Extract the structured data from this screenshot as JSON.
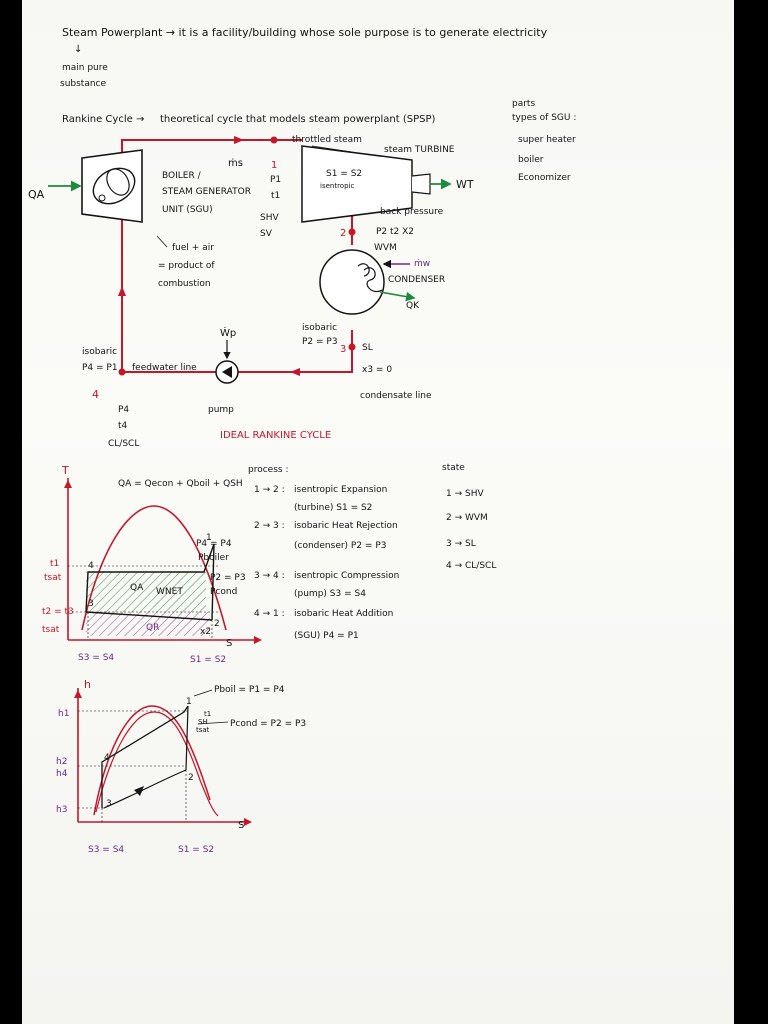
{
  "header": {
    "line1": "Steam Powerplant → it is a facility/building whose sole purpose is to generate electricity",
    "arrow": "↓",
    "line2a": "main pure",
    "line2b": "substance"
  },
  "rankine": {
    "label": "Rankine Cycle →",
    "desc": "theoretical cycle that models steam powerplant (SPSP)"
  },
  "parts": {
    "title1": "parts",
    "title2": "types of SGU :",
    "items": [
      "super heater",
      "boiler",
      "Economizer"
    ]
  },
  "diagram": {
    "throttled": "throttled steam",
    "turbine": "steam TURBINE",
    "boiler1": "BOILER /",
    "boiler2": "STEAM GENERATOR",
    "boiler3": "UNIT (SGU)",
    "ms": "ṁs",
    "state1": "1",
    "p1": "P1",
    "t1": "t1",
    "shv": "SHV",
    "sv": "SV",
    "s1s2": "S1 = S2",
    "isentropic": "isentropic",
    "wt": "WT",
    "qa": "QA",
    "back_pressure": "back pressure",
    "state2": "2",
    "p2t2x2": "P2 t2 X2",
    "wvm": "WVM",
    "mw": "ṁw",
    "condenser": "CONDENSER",
    "qk": "QK",
    "fuel1": "fuel + air",
    "fuel2": "= product of",
    "fuel3": "combustion",
    "isobaric_top1": "isobaric",
    "isobaric_top2": "P2 = P3",
    "state3": "3",
    "sl": "SL",
    "x3": "x3 = 0",
    "condensate": "condensate line",
    "wp": "Ẇp",
    "isobaric_left1": "isobaric",
    "isobaric_left2": "P4 = P1",
    "feedwater": "feedwater line",
    "state4": "4",
    "p4": "P4",
    "t4": "t4",
    "clscl": "CL/SCL",
    "pump": "pump",
    "title": "IDEAL RANKINE CYCLE"
  },
  "ts": {
    "T": "T",
    "qa_eq": "QA = Qecon + Qboil + QSH",
    "t1": "t1",
    "tsat": "tsat",
    "t2t3": "t2 = t3",
    "tsat2": "tsat",
    "p4p4": "P4 = P4",
    "pboiler": "Pboiler",
    "p2p3": "P2 = P3",
    "pcond": "Pcond",
    "qa_area": "QA",
    "wnet": "WNET",
    "qr": "QR",
    "x2": "x2",
    "S": "S",
    "s3s4": "S3 = S4",
    "s1s2": "S1 = S2",
    "n1": "1",
    "n2": "2",
    "n3": "3",
    "n4": "4"
  },
  "process": {
    "title": "process :",
    "items": [
      {
        "step": "1 → 2 :",
        "text": "isentropic Expansion",
        "sub": "(turbine) S1 = S2"
      },
      {
        "step": "2 → 3 :",
        "text": "isobaric Heat Rejection",
        "sub": "(condenser) P2 = P3"
      },
      {
        "step": "3 → 4 :",
        "text": "isentropic Compression",
        "sub": "(pump) S3 = S4"
      },
      {
        "step": "4 → 1 :",
        "text": "isobaric Heat Addition",
        "sub": "(SGU)   P4 = P1"
      }
    ]
  },
  "state": {
    "title": "state",
    "items": [
      "1 → SHV",
      "2 → WVM",
      "3 → SL",
      "4 → CL/SCL"
    ]
  },
  "hs": {
    "h": "h",
    "h1": "h1",
    "h2": "h2",
    "h4": "h4",
    "h3": "h3",
    "pboil": "Pboil = P1 = P4",
    "pcond": "Pcond = P2 = P3",
    "t1": "t1",
    "sh": "SH",
    "tsat": "tsat",
    "S": "S",
    "s3s4": "S3 = S4",
    "s1s2": "S1 = S2",
    "n1": "1",
    "n2": "2",
    "n3": "3",
    "n4": "4"
  },
  "colors": {
    "ink": "#141414",
    "red": "#c5162a",
    "green": "#1e8a3c",
    "purple": "#6a2a8a"
  }
}
